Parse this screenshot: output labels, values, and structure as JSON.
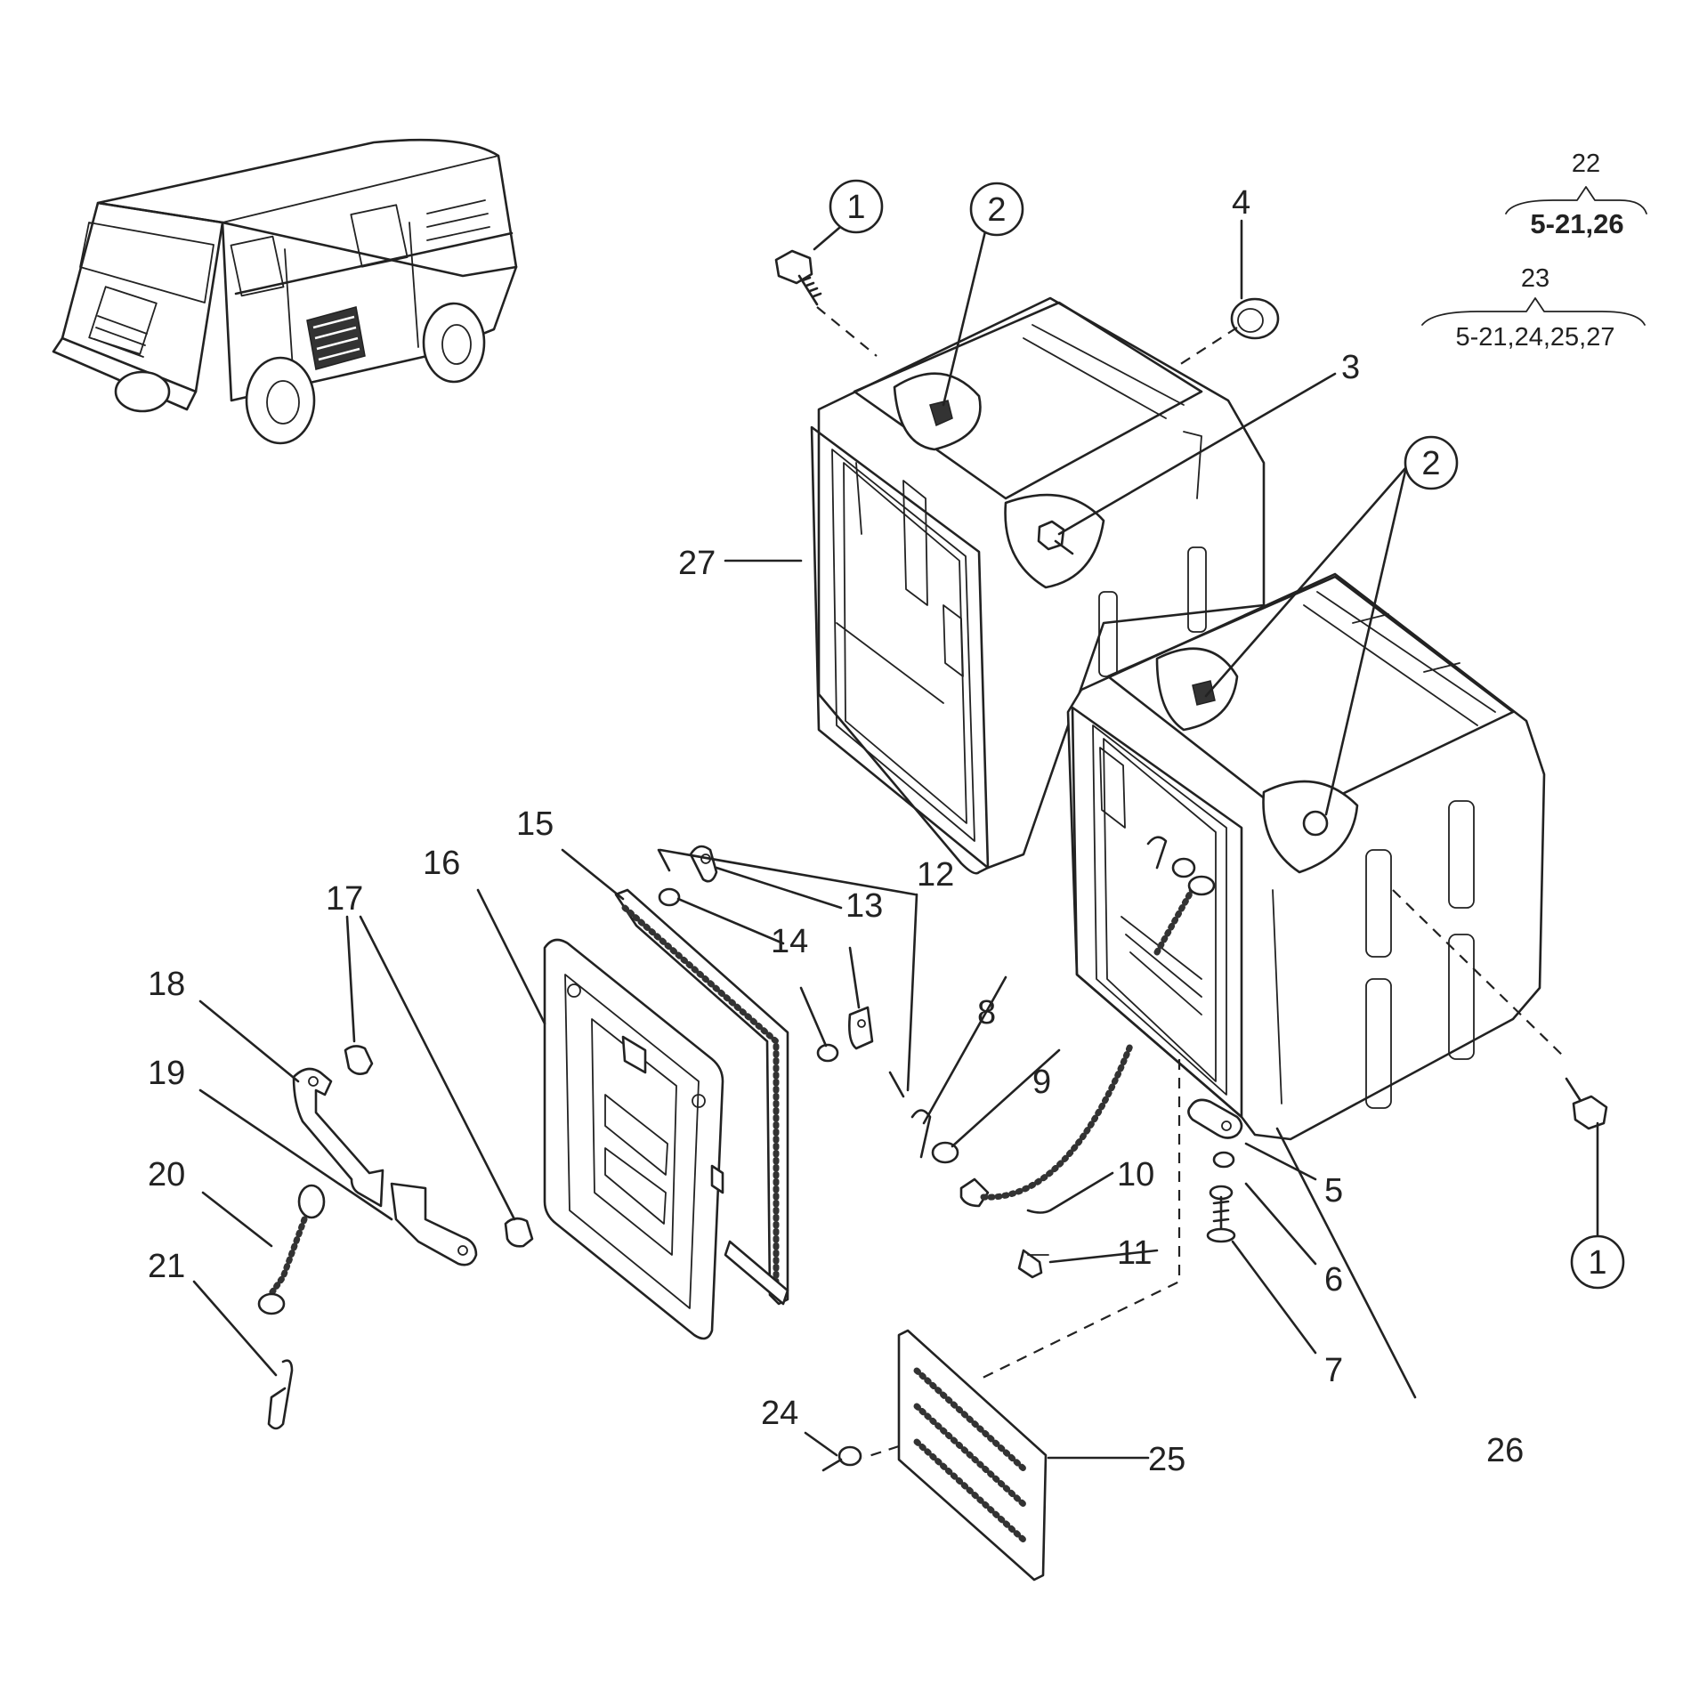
{
  "callouts": {
    "c1_top": "1",
    "c2_top": "2",
    "c2_right": "2",
    "c1_bottom": "1"
  },
  "labels": {
    "l3": "3",
    "l4": "4",
    "l5": "5",
    "l6": "6",
    "l7": "7",
    "l8": "8",
    "l9": "9",
    "l10": "10",
    "l11": "11",
    "l12": "12",
    "l13": "13",
    "l14": "14",
    "l15": "15",
    "l16": "16",
    "l17": "17",
    "l18": "18",
    "l19": "19",
    "l20": "20",
    "l21": "21",
    "l24": "24",
    "l25": "25",
    "l26": "26",
    "l27": "27"
  },
  "kits": {
    "k22_num": "22",
    "k22_range": "5-21,26",
    "k23_num": "23",
    "k23_range": "5-21,24,25,27"
  }
}
